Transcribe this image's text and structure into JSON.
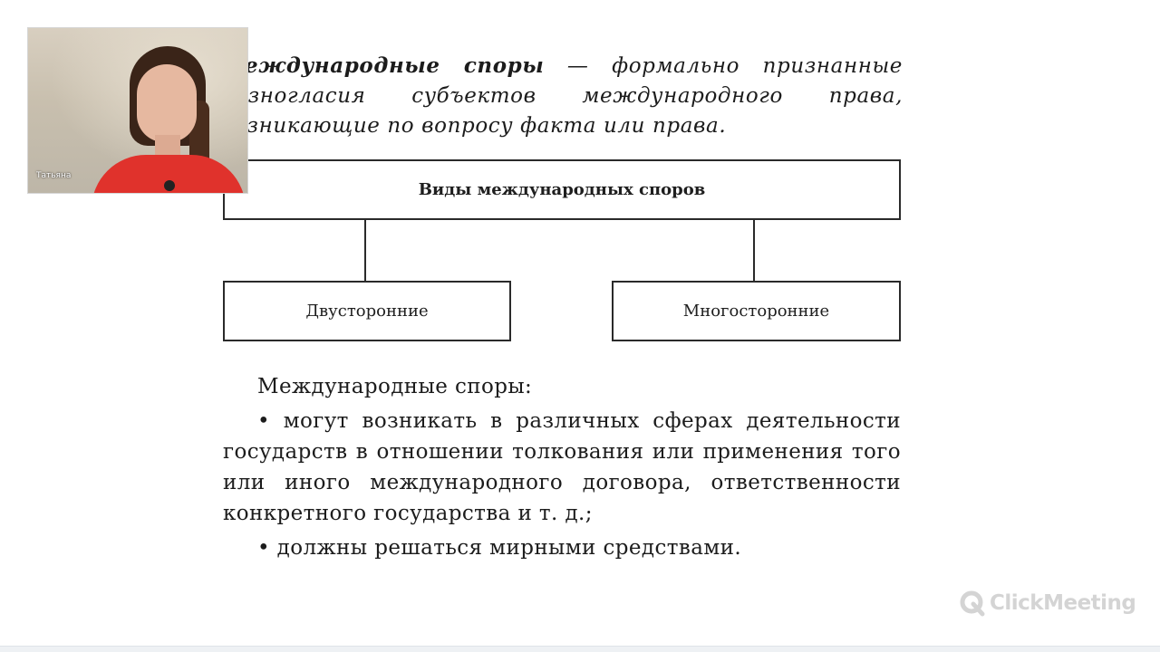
{
  "definition": {
    "term": "Международные споры",
    "dash": " — ",
    "text": "формально признанные разногласия субъектов международного права, возникающие по вопросу факта или права."
  },
  "diagram": {
    "top": "Виды международных споров",
    "left": "Двусторонние",
    "right": "Многосторонние"
  },
  "features": {
    "heading": "Международные споры:",
    "items": [
      "• могут возникать в различных сферах деятельности государств в отношении толкования или применения того или иного международного договора, ответственности конкретного государства и т. д.;",
      "• должны решаться мирными средствами."
    ]
  },
  "webcam": {
    "participant_name": "Татьяна"
  },
  "watermark": {
    "brand": "ClickMeeting"
  },
  "colors": {
    "shirt": "#e0322c",
    "watermark": "#d4d4d4"
  }
}
